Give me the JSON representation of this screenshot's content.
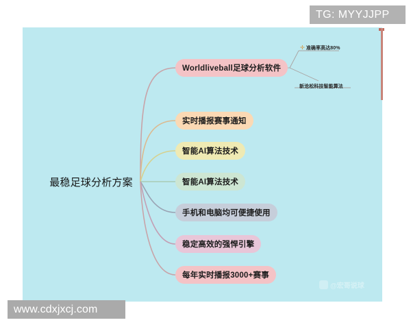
{
  "canvas": {
    "background_color": "#bde9f0"
  },
  "mindmap": {
    "root": {
      "label": "最稳足球分析方案"
    },
    "branches": [
      {
        "label": "Worldliveball足球分析软件",
        "color": "#f4c3c6"
      },
      {
        "label": "实时播报赛事通知",
        "color": "#fbd9b4"
      },
      {
        "label": "智能AI算法技术",
        "color": "#efeab3"
      },
      {
        "label": "智能AI算法技术",
        "color": "#cde6d3"
      },
      {
        "label": "手机和电脑均可便捷使用",
        "color": "#c6ceda"
      },
      {
        "label": "稳定高效的强悍引擎",
        "color": "#e8c6d8"
      },
      {
        "label": "每年实时播报3000+赛事",
        "color": "#f4c3c6"
      }
    ],
    "subnodes": [
      {
        "label": "准确率高达80%",
        "icon": "plus-icon",
        "icon_glyph": "✛"
      },
      {
        "label": "新沧松科技智能算法"
      }
    ]
  },
  "overlays": {
    "tg_banner": "TG: MYYJJPP",
    "url_banner": "www.cdxjxcj.com",
    "corner_watermark": "@宏哥说球"
  }
}
